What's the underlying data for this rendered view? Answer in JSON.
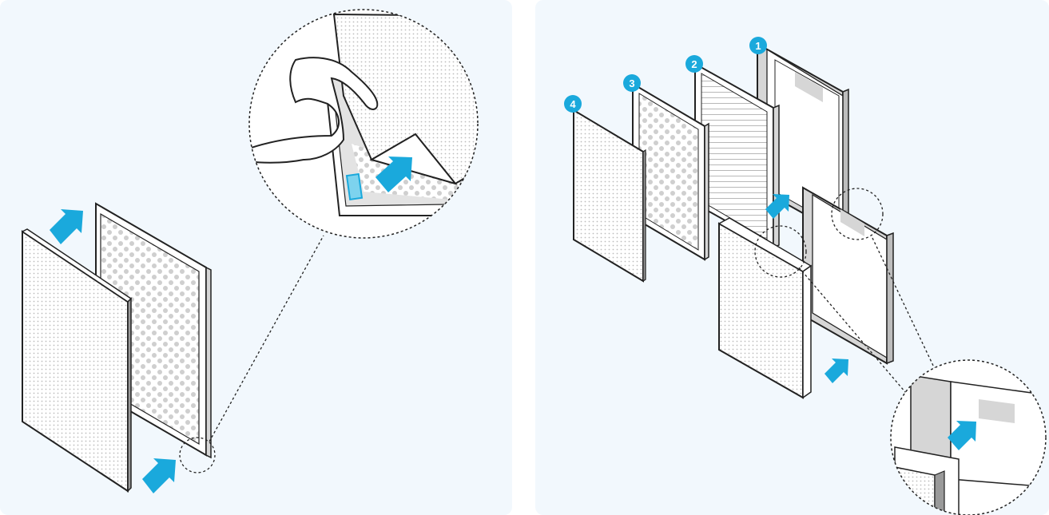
{
  "colors": {
    "accent": "#1aa9dc",
    "stroke": "#222222",
    "panel_bg": "#f2f8fd",
    "frame_gray": "#d6d6d6",
    "dot_gray": "#bdbdbd"
  },
  "left_panel": {
    "icons": [
      "arrow-icon",
      "arrow-icon",
      "arrow-icon",
      "magnifier-icon",
      "hand-icon",
      "label-tag-icon"
    ]
  },
  "right_panel": {
    "badges": [
      {
        "label": "1"
      },
      {
        "label": "2"
      },
      {
        "label": "3"
      },
      {
        "label": "4"
      }
    ],
    "icons": [
      "arrow-icon",
      "arrow-icon",
      "arrow-icon",
      "magnifier-icon"
    ]
  }
}
